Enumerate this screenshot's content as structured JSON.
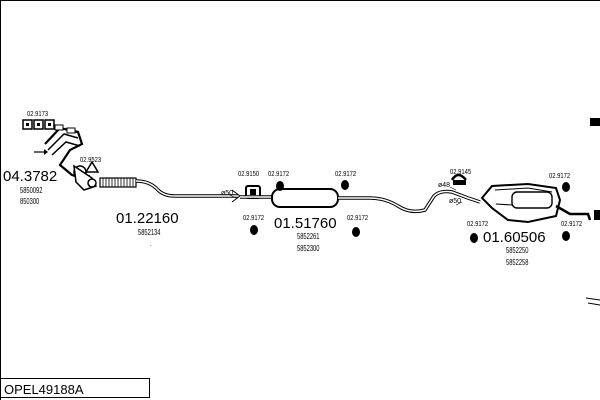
{
  "part_number": "OPEL49188A",
  "assemblies": [
    {
      "code": "04.3782",
      "refs": [
        "5850092",
        "850300"
      ]
    },
    {
      "code": "01.22160",
      "refs": [
        "5852134",
        "."
      ]
    },
    {
      "code": "01.51760",
      "refs": [
        "5852261",
        "5852300"
      ]
    },
    {
      "code": "01.60506",
      "refs": [
        "5852250",
        "5852258"
      ]
    }
  ],
  "fittings": [
    "02.9173",
    "02.9523",
    "02.9150",
    "02.9172",
    "02.9172",
    "02.9172",
    "02.9172",
    "02.9145",
    "02.9172",
    "02.9172",
    "02.9172"
  ],
  "diameters": [
    "ø50",
    "ø48",
    "ø50"
  ]
}
